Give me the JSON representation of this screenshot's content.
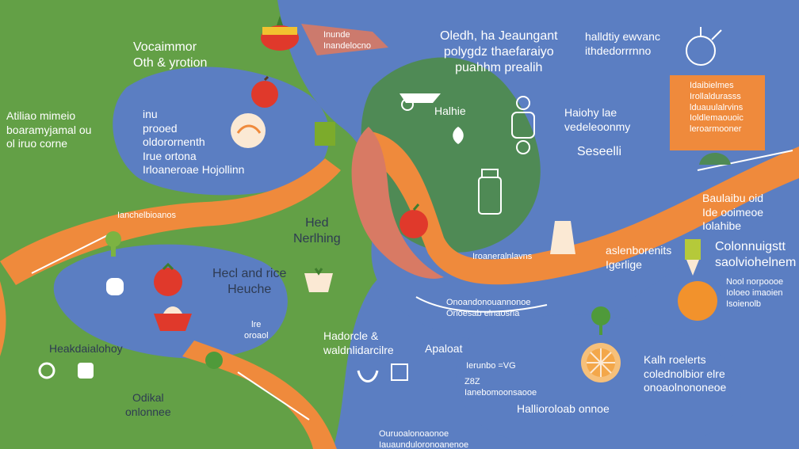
{
  "labels": {
    "vegetables": "Vocaimmor\nOth & yrotion",
    "farm_top": "Inunde\nInandelocno",
    "clean_hero": "Oledh, ha Jeaungant\npolygdz thaefaraiyo\npuahhm prealih",
    "health_top_right": "halldtiy ewvanc\nithdedorrrnno",
    "left_balance": "Atiliao mimeio\nboaramyjamal ou\nol iruo corne",
    "pond_block": "inu\nprooed\noldorornenth\nIrue ortona\nIrloaneroae Hojollinn",
    "helthe": "Halhie",
    "orange_box_lines": "Idaibielmes\nIrollaldurasss\nlduauulalrvins\nIoldlemaouoic\nleroarmooner",
    "healthy_lae": "Haiohy lae\nvedeleoonmy",
    "seseelli": "Seseelli",
    "road_small_left": "Ianchelbioanos",
    "hed_nerlhing": "Hed\nNerlhing",
    "heal_and_hue": "Hecl and rice\nHeuche",
    "lower_road_right": "Iroaneralnlavns",
    "right_block_top": "Baulaibu oid\nIde ooimeoe\nIolahibe",
    "right_block_mid": "aslenborenits\nIgerlige",
    "coloring": "Colonnuigstt\nsaolviohelnem",
    "right_block_low": "Nool norpoooe\nIoloeo imaoien\nIsoienolb",
    "lower_middle": "Onoandonouannonoe\nOrloesab elnaosrla",
    "lake_small": "lre\noroaol",
    "healthy_bottom_left": "Heakdaialohoy",
    "organic_bottom_left": "Odikal\nonlonnee",
    "bottom_center": "Hadorcle &\nwaldnlidarcilre",
    "apple_small": "Apaloat",
    "bottom_water_a": "Ierunbo =VG",
    "bottom_water_b": "Z8Z \nIanebomoonsaooe",
    "bottom_right": "Kalh roelerts\ncolednolbior elre\nonoaolnononeoe",
    "hatt_bottom": "Hallioroloab onnoe",
    "footer_line": "Ouruoalonoaonoe\nIauaunduloronoanenoe"
  }
}
